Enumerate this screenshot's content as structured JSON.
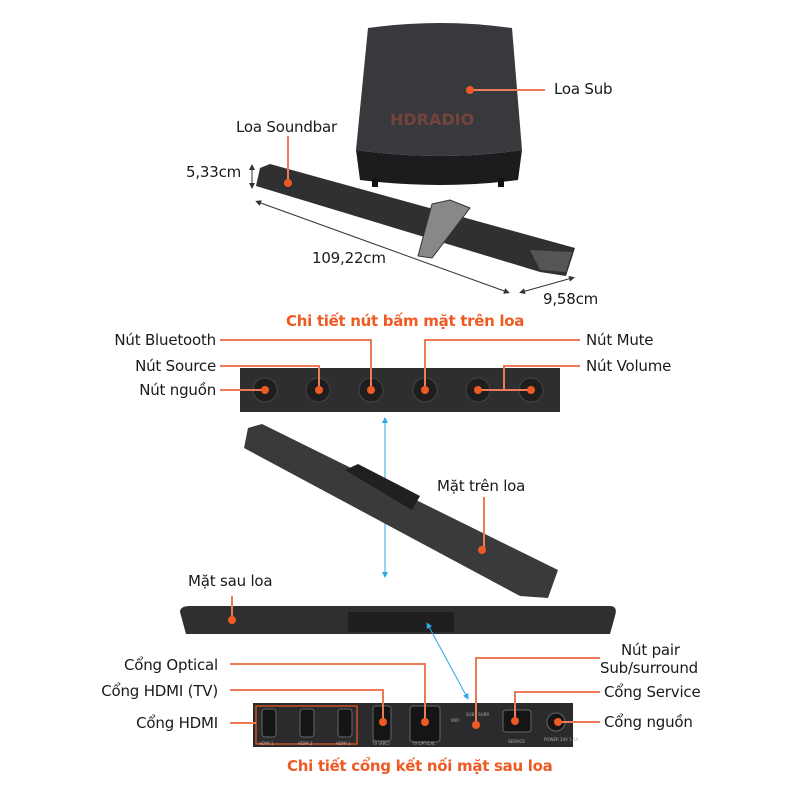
{
  "colors": {
    "accent": "#ef5a24",
    "leader": "#ee7b57",
    "arrow": "#2aa9e0",
    "device": "#2b2b2d"
  },
  "watermark": "HDRADIO",
  "overview": {
    "sub_label": "Loa Sub",
    "soundbar_label": "Loa Soundbar",
    "height": "5,33cm",
    "length": "109,22cm",
    "depth": "9,58cm"
  },
  "top_section": {
    "title": "Chi tiết nút bấm mặt trên loa",
    "labels": {
      "bluetooth": "Nút Bluetooth",
      "source": "Nút Source",
      "power": "Nút nguồn",
      "mute": "Nút Mute",
      "volume": "Nút Volume"
    },
    "top_face": "Mặt trên loa"
  },
  "rear_section": {
    "rear_face": "Mặt sau loa",
    "title": "Chi tiết cổng kết nối mặt sau loa",
    "labels": {
      "optical": "Cổng Optical",
      "hdmi_tv": "Cổng HDMI (TV)",
      "hdmi": "Cổng HDMI",
      "pair": "Nút pair",
      "pair2": "Sub/surround",
      "service": "Cổng Service",
      "power": "Cổng nguồn"
    },
    "port_text": {
      "hdmi1": "HDMI 1",
      "hdmi2": "HDMI 2",
      "hdmi3": "HDMI 3",
      "tv_arc": "TV (ARC)",
      "tv_optical": "TV OPTICAL",
      "wifi": "WIFI",
      "sub_surr": "SUB / SURR",
      "service": "SERVICE",
      "power": "POWER 24V 1.5A"
    }
  }
}
